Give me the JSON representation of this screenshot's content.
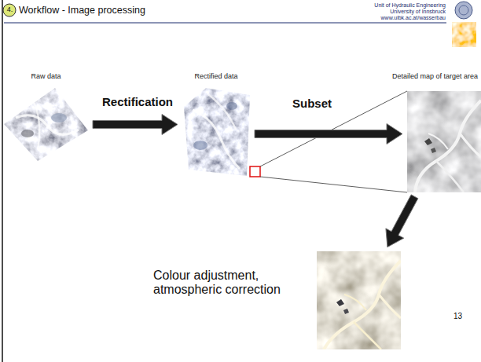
{
  "diagram": {
    "title": "Workflow - Image processing",
    "nodes": [
      {
        "text": [
          "Raw data"
        ]
      },
      {
        "text": [
          "Rectified data"
        ]
      },
      {
        "text": [
          "Detailed map of target area"
        ]
      },
      {
        "text": [
          "Colour adjustment, atmospheric correction"
        ]
      }
    ],
    "edges": [
      {
        "from": 0,
        "to": 1,
        "arrow": "to",
        "label": "Rectification"
      },
      {
        "from": 1,
        "to": 2,
        "arrow": "to",
        "label": "Subset"
      },
      {
        "from": 2,
        "to": 3,
        "arrow": "to"
      }
    ],
    "labels": [
      "4.",
      "Unit of Hydraulic Engineering",
      "University of Innsbruck",
      "www.uibk.ac.at/wasserbau",
      "13"
    ]
  }
}
